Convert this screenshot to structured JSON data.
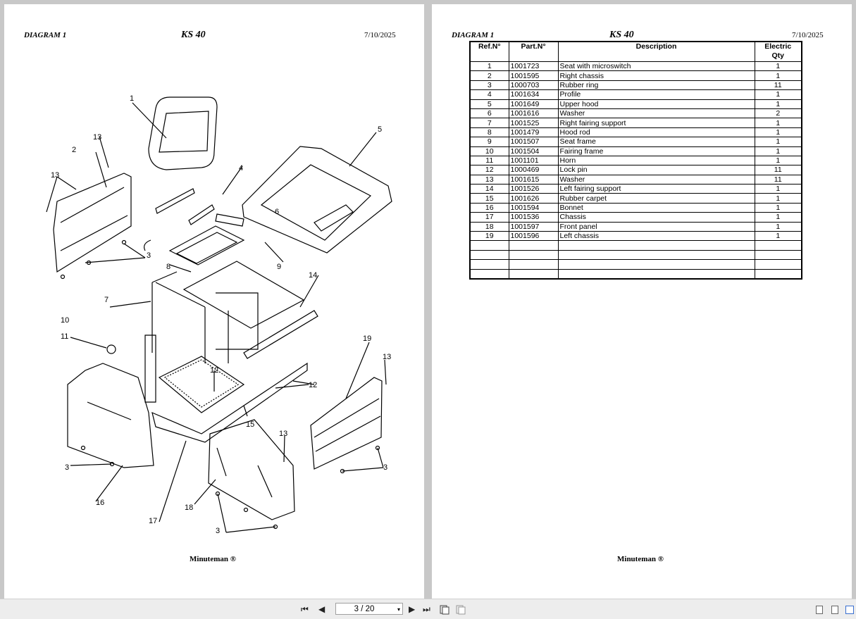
{
  "header": {
    "diagram": "DIAGRAM 1",
    "model": "KS 40",
    "date": "7/10/2025"
  },
  "footer": {
    "brand": "Minuteman ®"
  },
  "callouts": [
    "1",
    "2",
    "3",
    "4",
    "5",
    "6",
    "7",
    "8",
    "9",
    "10",
    "11",
    "12",
    "13",
    "14",
    "15",
    "16",
    "17",
    "18",
    "19"
  ],
  "table": {
    "headers": {
      "ref": "Ref.N°",
      "part": "Part.N°",
      "desc": "Description",
      "qty_line1": "Electric",
      "qty_line2": "Qty"
    },
    "rows": [
      {
        "ref": "1",
        "part": "1001723",
        "desc": "Seat with microswitch",
        "qty": "1"
      },
      {
        "ref": "2",
        "part": "1001595",
        "desc": "Right chassis",
        "qty": "1"
      },
      {
        "ref": "3",
        "part": "1000703",
        "desc": "Rubber ring",
        "qty": "11"
      },
      {
        "ref": "4",
        "part": "1001634",
        "desc": "Profile",
        "qty": "1"
      },
      {
        "ref": "5",
        "part": "1001649",
        "desc": "Upper hood",
        "qty": "1"
      },
      {
        "ref": "6",
        "part": "1001616",
        "desc": "Washer",
        "qty": "2"
      },
      {
        "ref": "7",
        "part": "1001525",
        "desc": "Right fairing support",
        "qty": "1"
      },
      {
        "ref": "8",
        "part": "1001479",
        "desc": "Hood rod",
        "qty": "1"
      },
      {
        "ref": "9",
        "part": "1001507",
        "desc": "Seat frame",
        "qty": "1"
      },
      {
        "ref": "10",
        "part": "1001504",
        "desc": "Fairing frame",
        "qty": "1"
      },
      {
        "ref": "11",
        "part": "1001101",
        "desc": "Horn",
        "qty": "1"
      },
      {
        "ref": "12",
        "part": "1000469",
        "desc": "Lock pin",
        "qty": "11"
      },
      {
        "ref": "13",
        "part": "1001615",
        "desc": "Washer",
        "qty": "11"
      },
      {
        "ref": "14",
        "part": "1001526",
        "desc": "Left fairing support",
        "qty": "1"
      },
      {
        "ref": "15",
        "part": "1001626",
        "desc": "Rubber carpet",
        "qty": "1"
      },
      {
        "ref": "16",
        "part": "1001594",
        "desc": "Bonnet",
        "qty": "1"
      },
      {
        "ref": "17",
        "part": "1001536",
        "desc": "Chassis",
        "qty": "1"
      },
      {
        "ref": "18",
        "part": "1001597",
        "desc": "Front panel",
        "qty": "1"
      },
      {
        "ref": "19",
        "part": "1001596",
        "desc": "Left chassis",
        "qty": "1"
      }
    ]
  },
  "toolbar": {
    "page_indicator": "3 / 20",
    "dropdown_glyph": "▾",
    "first_glyph": "⏮",
    "prev_glyph": "◀",
    "next_glyph": "▶",
    "last_glyph": "⏭"
  }
}
